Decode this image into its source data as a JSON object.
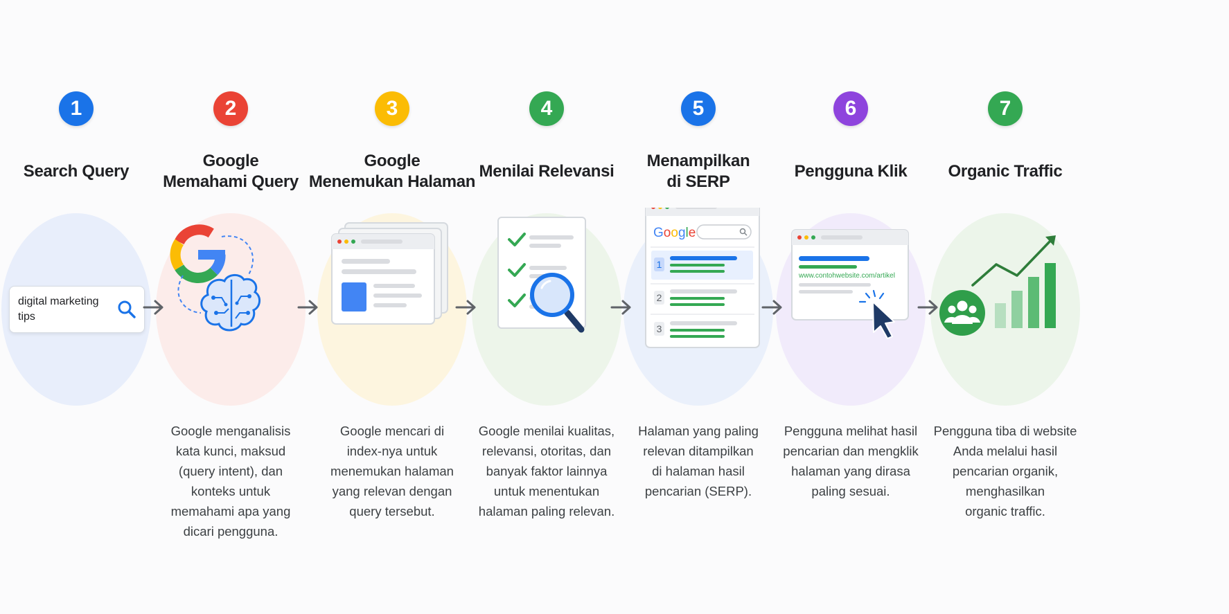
{
  "steps": [
    {
      "number": "1",
      "badge_color": "#1a73e8",
      "oval_color": "#e8eefb",
      "title": "Search Query",
      "search_query": "digital marketing\ntips",
      "description": ""
    },
    {
      "number": "2",
      "badge_color": "#ea4335",
      "oval_color": "#fcecea",
      "title": "Google\nMemahami Query",
      "description": "Google menganalisis\nkata kunci, maksud\n(query intent), dan\nkonteks untuk\nmemahami apa yang\ndicari pengguna."
    },
    {
      "number": "3",
      "badge_color": "#fbbc04",
      "oval_color": "#fdf5df",
      "title": "Google\nMenemukan Halaman",
      "description": "Google mencari di\nindex-nya untuk\nmenemukan halaman\nyang relevan dengan\nquery tersebut."
    },
    {
      "number": "4",
      "badge_color": "#34a853",
      "oval_color": "#edf5ea",
      "title": "Menilai Relevansi",
      "description": "Google menilai kualitas,\nrelevansi, otoritas, dan\nbanyak faktor lainnya\nuntuk menentukan\nhalaman paling relevan."
    },
    {
      "number": "5",
      "badge_color": "#1a73e8",
      "oval_color": "#eaf0fb",
      "title": "Menampilkan\ndi SERP",
      "serp_logo": "Google",
      "serp_ranks": [
        "1",
        "2",
        "3"
      ],
      "description": "Halaman yang paling\nrelevan ditampilkan\ndi halaman hasil\npencarian (SERP)."
    },
    {
      "number": "6",
      "badge_color": "#8e44dd",
      "oval_color": "#f1ebfb",
      "title": "Pengguna Klik",
      "result_url": "www.contohwebsite.com/artikel",
      "description": "Pengguna melihat hasil\npencarian dan mengklik\nhalaman yang dirasa\npaling sesuai."
    },
    {
      "number": "7",
      "badge_color": "#34a853",
      "oval_color": "#ecf5ea",
      "title": "Organic Traffic",
      "description": "Pengguna tiba di website\nAnda melalui hasil\npencarian organik,\nmenghasilkan\norganic traffic."
    }
  ],
  "colors": {
    "google_blue": "#4285f4",
    "google_red": "#ea4335",
    "google_yellow": "#fbbc05",
    "google_green": "#34a853",
    "arrow": "#5f6368",
    "card_border": "#d5d9de",
    "placeholder_bar": "#dadce0"
  },
  "icons": [
    "search-icon",
    "google-g-logo",
    "brain-icon",
    "browser-window",
    "checkmark-icon",
    "magnifier-icon",
    "cursor-icon",
    "users-icon",
    "trend-arrow-icon",
    "bar-chart-icon"
  ]
}
